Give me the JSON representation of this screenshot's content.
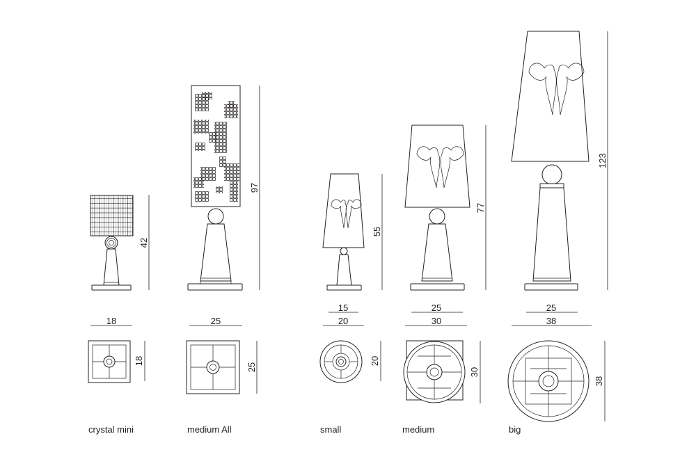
{
  "colors": {
    "line": "#231f20",
    "background": "#ffffff"
  },
  "models": [
    {
      "id": "crystal-mini",
      "label": "crystal mini",
      "height": "42",
      "width": "18",
      "base_depth": "18"
    },
    {
      "id": "medium-all",
      "label": "medium All",
      "height": "97",
      "width": "25",
      "base_depth": "25"
    },
    {
      "id": "small",
      "label": "small",
      "height": "55",
      "shade_width": "15",
      "width": "20",
      "base_depth": "20"
    },
    {
      "id": "medium",
      "label": "medium",
      "height": "77",
      "shade_width": "25",
      "width": "30",
      "base_depth": "30"
    },
    {
      "id": "big",
      "label": "big",
      "height": "123",
      "shade_width": "25",
      "width": "38",
      "base_depth": "38"
    }
  ]
}
